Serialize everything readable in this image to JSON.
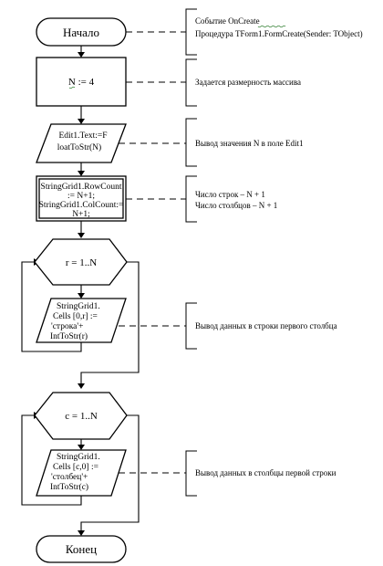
{
  "blocks": {
    "start": "Начало",
    "assign_n": "N := 4",
    "edit1": [
      "Edit1.Text:=F",
      "loatToStr(N)"
    ],
    "grid_size": [
      "StringGrid1.RowCount",
      ":= N+1;",
      "StringGrid1.ColCount:=",
      "N+1;"
    ],
    "loop_r": "r = 1..N",
    "cells_r": [
      "StringGrid1.",
      "Cells  [0,r]  :=",
      "'строка'+",
      "IntToStr(r)"
    ],
    "loop_c": "c = 1..N",
    "cells_c": [
      "StringGrid1.",
      "Cells  [c,0]  :=",
      "'столбец'+",
      "IntToStr(c)"
    ],
    "end": "Конец"
  },
  "notes": {
    "n1": [
      "Событие OnCreate",
      "Процедура TForm1.FormCreate(Sender: TObject)"
    ],
    "n2": "Задается размерность массива",
    "n3": "Вывод значения N в поле Edit1",
    "n4": [
      "Число строк – N + 1",
      "Число столбцов – N + 1"
    ],
    "n5": "Вывод данных в строки первого столбца",
    "n6": "Вывод данных в столбцы первой строки"
  }
}
